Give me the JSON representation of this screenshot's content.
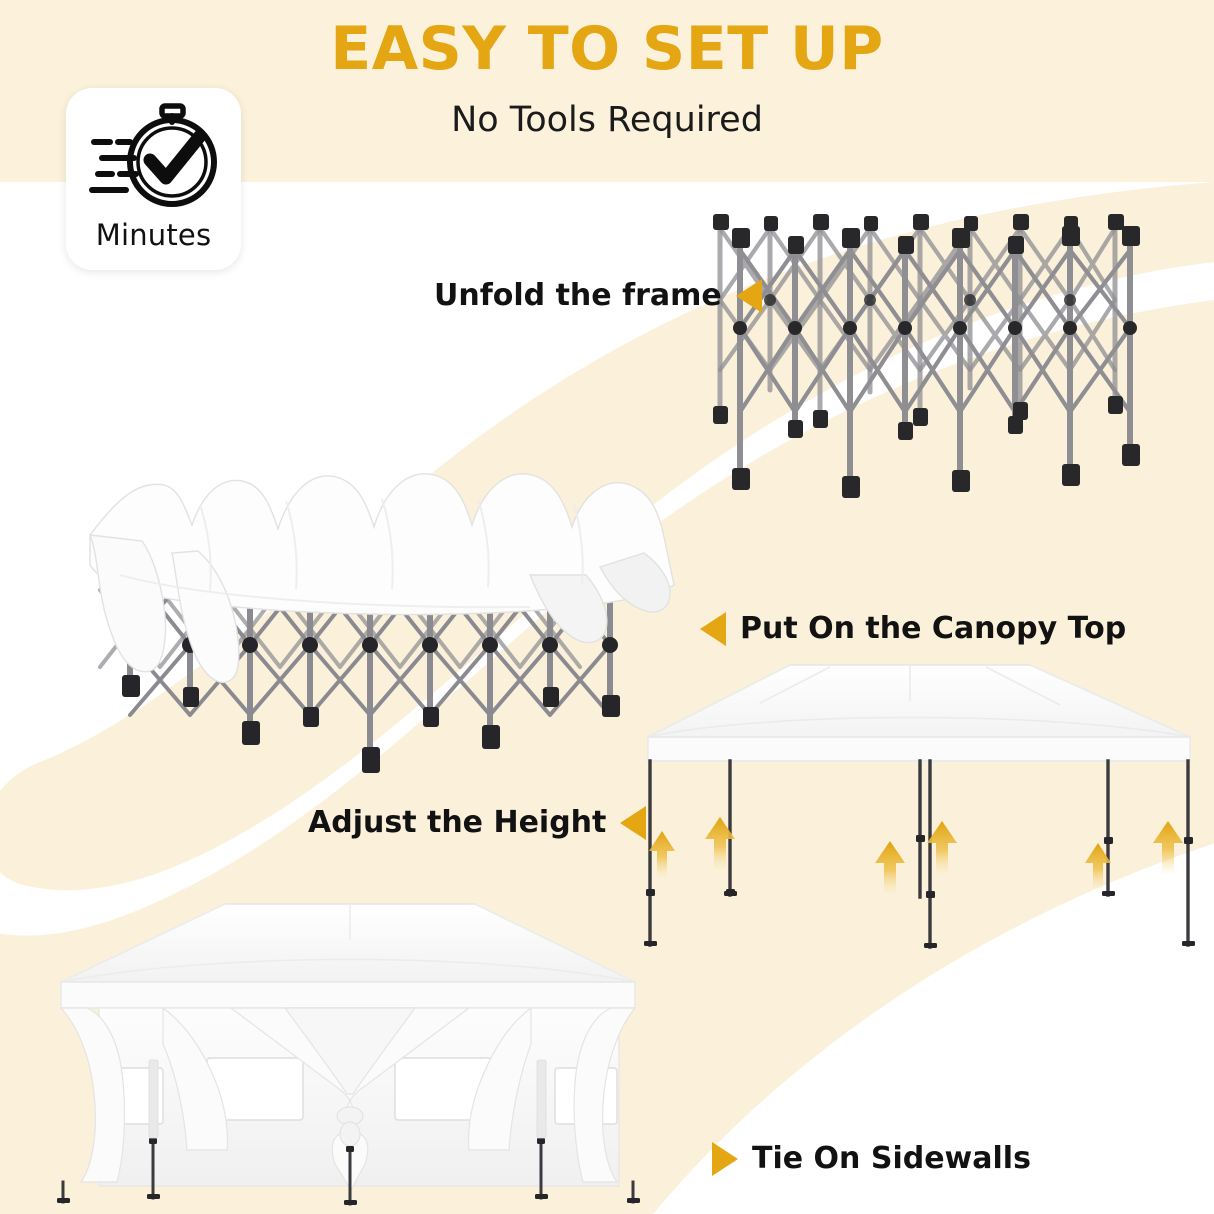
{
  "header": {
    "title": "EASY TO SET UP",
    "subtitle": "No Tools Required",
    "title_color": "#E5A614",
    "band_color": "#FCF2DC"
  },
  "badge": {
    "label": "Minutes",
    "icon": "stopwatch-check-speed-icon",
    "background": "#FFFFFF"
  },
  "theme": {
    "accent": "#E5A614",
    "swoosh": "#FBF0D9",
    "background": "#FFFFFF",
    "text": "#121212",
    "frame_metal": "#8d8d92",
    "frame_joint": "#2a2a2c"
  },
  "steps": [
    {
      "id": "unfold-frame",
      "label": "Unfold the frame",
      "marker": "triangle-left",
      "marker_position": "after",
      "illustration": "expanded-scissor-frame"
    },
    {
      "id": "put-on-canopy-top",
      "label": "Put On the Canopy Top",
      "marker": "triangle-left",
      "marker_position": "before",
      "illustration": "frame-with-canopy-fabric-draped"
    },
    {
      "id": "adjust-height",
      "label": "Adjust the Height",
      "marker": "triangle-left",
      "marker_position": "after",
      "illustration": "canopy-with-up-arrows",
      "arrow_count": 6,
      "arrow_direction": "up",
      "arrow_color": "#E5A614"
    },
    {
      "id": "tie-on-sidewalls",
      "label": "Tie On Sidewalls",
      "marker": "triangle-right",
      "marker_position": "before",
      "illustration": "canopy-with-sidewalls-and-windows"
    }
  ]
}
